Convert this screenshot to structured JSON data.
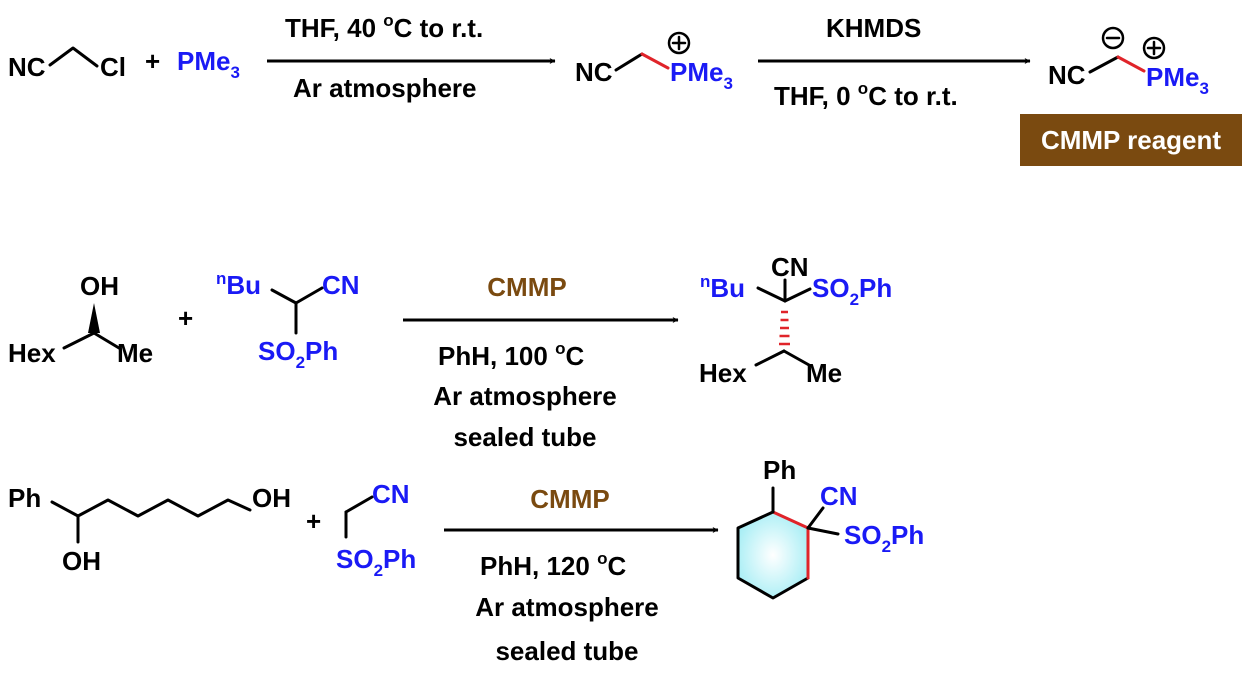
{
  "colors": {
    "black": "#000000",
    "blue": "#1a1af5",
    "red": "#e0242a",
    "brown": "#7a4a10",
    "cmmp_box": "#7a4a10",
    "ring_fill": "#bff3f8"
  },
  "row1": {
    "sm1": {
      "nc": "NC",
      "cl": "Cl"
    },
    "plus": "+",
    "pme3": {
      "p": "PMe",
      "sub": "3"
    },
    "arrow1": {
      "above_a": "THF, 40 ",
      "above_sup": "o",
      "above_b": "C to r.t.",
      "below": "Ar atmosphere"
    },
    "salt": {
      "nc": "NC",
      "p": "PMe",
      "sub": "3",
      "charge": "⊕"
    },
    "arrow2": {
      "above": "KHMDS",
      "below_a": "THF, 0 ",
      "below_sup": "o",
      "below_b": "C to r.t."
    },
    "ylide": {
      "nc": "NC",
      "p": "PMe",
      "sub": "3",
      "neg": "⊖",
      "pos": "⊕"
    },
    "badge": "CMMP reagent"
  },
  "row2": {
    "alcohol": {
      "oh": "OH",
      "hex": "Hex",
      "me": "Me"
    },
    "plus": "+",
    "nitrile": {
      "n_sup": "n",
      "bu": "Bu",
      "cn": "CN",
      "so2_a": "SO",
      "so2_sub": "2",
      "so2_b": "Ph"
    },
    "arrow": {
      "reagent": "CMMP",
      "cond1_a": "PhH, 100 ",
      "cond1_sup": "o",
      "cond1_b": "C",
      "cond2": "Ar atmosphere",
      "cond3": "sealed tube"
    },
    "product": {
      "n_sup": "n",
      "bu": "Bu",
      "cn": "CN",
      "so2_a": "SO",
      "so2_sub": "2",
      "so2_b": "Ph",
      "hex": "Hex",
      "me": "Me"
    }
  },
  "row3": {
    "diol": {
      "ph": "Ph",
      "oh1": "OH",
      "oh2": "OH"
    },
    "plus": "+",
    "nitrile": {
      "cn": "CN",
      "so2_a": "SO",
      "so2_sub": "2",
      "so2_b": "Ph"
    },
    "arrow": {
      "reagent": "CMMP",
      "cond1_a": "PhH, 120 ",
      "cond1_sup": "o",
      "cond1_b": "C",
      "cond2": "Ar atmosphere",
      "cond3": "sealed tube"
    },
    "product": {
      "ph": "Ph",
      "cn": "CN",
      "so2_a": "SO",
      "so2_sub": "2",
      "so2_b": "Ph"
    }
  }
}
